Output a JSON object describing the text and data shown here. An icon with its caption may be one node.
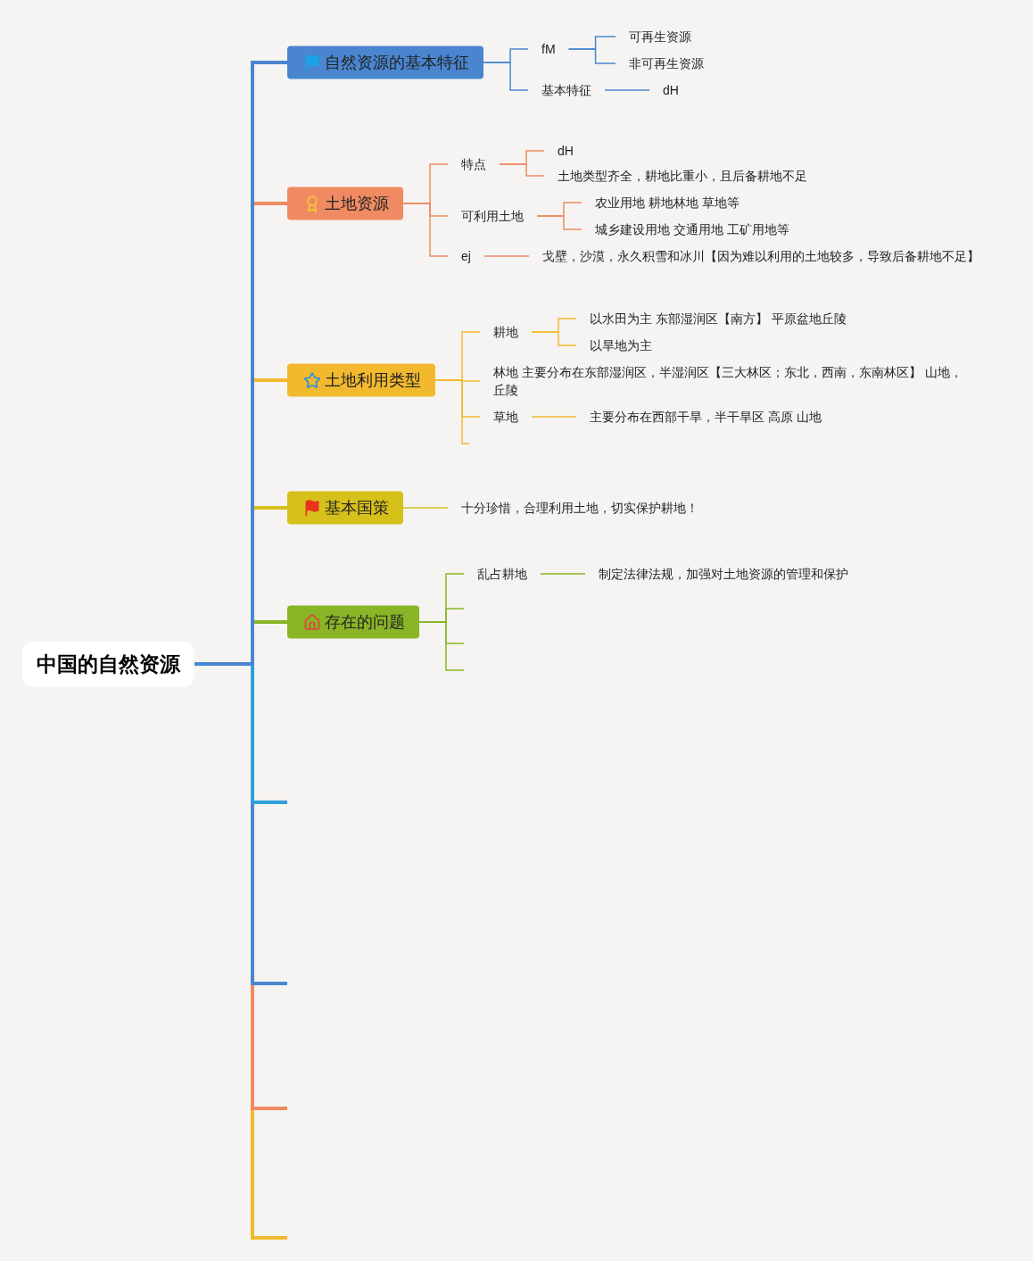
{
  "diagram": {
    "nodes": [
      {
        "text": [
          "中国的自然资源"
        ]
      },
      {
        "text": [
          "自然资源的基本特征"
        ]
      },
      {
        "text": [
          "fM"
        ]
      },
      {
        "text": [
          "可再生资源"
        ]
      },
      {
        "text": [
          "非可再生资源"
        ]
      },
      {
        "text": [
          "基本特征"
        ]
      },
      {
        "text": [
          "dH"
        ]
      },
      {
        "text": [
          "土地资源"
        ]
      },
      {
        "text": [
          "特点"
        ]
      },
      {
        "text": [
          "dH"
        ]
      },
      {
        "text": [
          "土地类型齐全，耕地比重小，且后备耕地不足"
        ]
      },
      {
        "text": [
          "可利用土地"
        ]
      },
      {
        "text": [
          "农业用地 耕地林地 草地等"
        ]
      },
      {
        "text": [
          "城乡建设用地 交通用地 工矿用地等"
        ]
      },
      {
        "text": [
          "ej"
        ]
      },
      {
        "text": [
          "戈壁，沙漠，永久积雪和冰川【因为难以利用的土地较多，导致后备耕地不足】"
        ]
      },
      {
        "text": [
          "土地利用类型"
        ]
      },
      {
        "text": [
          "耕地"
        ]
      },
      {
        "text": [
          "以水田为主 东部湿润区【南方】 平原盆地丘陵"
        ]
      },
      {
        "text": [
          "以旱地为主"
        ]
      },
      {
        "text": [
          "林地 主要分布在东部湿润区，半湿润区【三大林区；东北，西南，东南林区】 山地，丘陵"
        ]
      },
      {
        "text": [
          "草地"
        ]
      },
      {
        "text": [
          "主要分布在西部干旱，半干旱区 高原 山地"
        ]
      },
      {
        "text": [
          "基本国策"
        ]
      },
      {
        "text": [
          "十分珍惜，合理利用土地，切实保护耕地！"
        ]
      },
      {
        "text": [
          "存在的问题"
        ]
      },
      {
        "text": [
          "乱占耕地"
        ]
      },
      {
        "text": [
          "制定法律法规，加强对土地资源的管理和保护"
        ]
      }
    ],
    "edges": [
      {
        "from": 0,
        "to": 1,
        "arrow": "none",
        "style": "thick",
        "color": "#4a86d0"
      },
      {
        "from": 0,
        "to": 7,
        "arrow": "none",
        "style": "thick",
        "color": "#f08a62"
      },
      {
        "from": 0,
        "to": 16,
        "arrow": "none",
        "style": "thick",
        "color": "#f2b92e"
      },
      {
        "from": 0,
        "to": 23,
        "arrow": "none",
        "style": "thick",
        "color": "#d6c01a"
      },
      {
        "from": 0,
        "to": 25,
        "arrow": "none",
        "style": "thick",
        "color": "#8ab526"
      },
      {
        "from": 0,
        "to": null,
        "arrow": "none",
        "style": "thick",
        "color": "#2ea0d8"
      },
      {
        "from": 0,
        "to": null,
        "arrow": "none",
        "style": "thick",
        "color": "#4a86d0"
      },
      {
        "from": 0,
        "to": null,
        "arrow": "none",
        "style": "thick",
        "color": "#f08a62"
      },
      {
        "from": 0,
        "to": null,
        "arrow": "none",
        "style": "thick",
        "color": "#f2b92e"
      },
      {
        "from": 1,
        "to": 2,
        "arrow": "none",
        "color": "#4a86d0"
      },
      {
        "from": 1,
        "to": 5,
        "arrow": "none",
        "color": "#4a86d0"
      },
      {
        "from": 2,
        "to": 3,
        "arrow": "none",
        "color": "#4a86d0"
      },
      {
        "from": 2,
        "to": 4,
        "arrow": "none",
        "color": "#4a86d0"
      },
      {
        "from": 5,
        "to": 6,
        "arrow": "none",
        "color": "#4a86d0"
      },
      {
        "from": 7,
        "to": 8,
        "arrow": "none",
        "color": "#f08a62"
      },
      {
        "from": 7,
        "to": 11,
        "arrow": "none",
        "color": "#f08a62"
      },
      {
        "from": 7,
        "to": 14,
        "arrow": "none",
        "color": "#f08a62"
      },
      {
        "from": 8,
        "to": 9,
        "arrow": "none",
        "color": "#f08a62"
      },
      {
        "from": 8,
        "to": 10,
        "arrow": "none",
        "color": "#f08a62"
      },
      {
        "from": 11,
        "to": 12,
        "arrow": "none",
        "color": "#f08a62"
      },
      {
        "from": 11,
        "to": 13,
        "arrow": "none",
        "color": "#f08a62"
      },
      {
        "from": 14,
        "to": 15,
        "arrow": "none",
        "color": "#f08a62"
      },
      {
        "from": 16,
        "to": 17,
        "arrow": "none",
        "color": "#f2b92e"
      },
      {
        "from": 16,
        "to": 20,
        "arrow": "none",
        "color": "#f2b92e"
      },
      {
        "from": 16,
        "to": 21,
        "arrow": "none",
        "color": "#f2b92e"
      },
      {
        "from": 16,
        "to": null,
        "arrow": "none",
        "color": "#f2b92e"
      },
      {
        "from": 17,
        "to": 18,
        "arrow": "none",
        "color": "#f2b92e"
      },
      {
        "from": 17,
        "to": 19,
        "arrow": "none",
        "color": "#f2b92e"
      },
      {
        "from": 21,
        "to": 22,
        "arrow": "none",
        "color": "#f2b92e"
      },
      {
        "from": 23,
        "to": 24,
        "arrow": "none",
        "color": "#d6c01a"
      },
      {
        "from": 25,
        "to": 26,
        "arrow": "none",
        "color": "#8ab526"
      },
      {
        "from": 25,
        "to": null,
        "arrow": "none",
        "color": "#8ab526"
      },
      {
        "from": 25,
        "to": null,
        "arrow": "none",
        "color": "#8ab526"
      },
      {
        "from": 25,
        "to": null,
        "arrow": "none",
        "color": "#8ab526"
      },
      {
        "from": 26,
        "to": 27,
        "arrow": "none",
        "color": "#8ab526"
      }
    ]
  }
}
